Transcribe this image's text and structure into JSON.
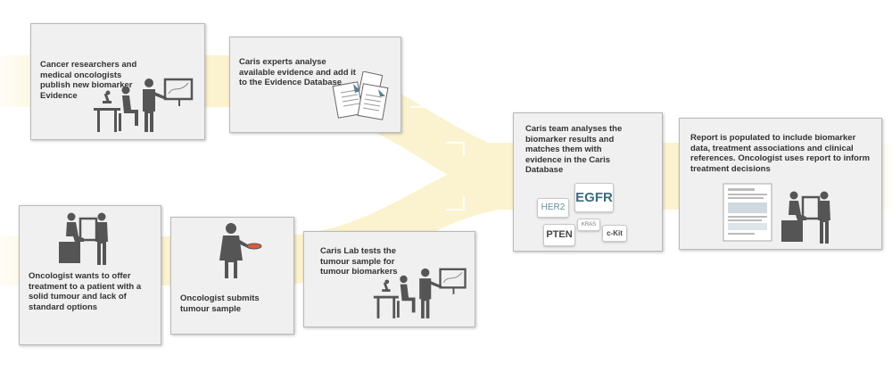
{
  "steps": {
    "researchers": "Cancer researchers and medical oncologists publish new biomarker Evidence",
    "experts": "Caris experts analyse available evidence and add it to the Evidence Database",
    "oncologist_offer": "Oncologist wants to offer treatment to a patient with a solid tumour and lack of standard options",
    "submits": "Oncologist submits tumour sample",
    "lab": "Caris Lab tests the tumour sample for tumour biomarkers",
    "team": "Caris team analyses the biomarker results and matches them with evidence in the Caris Database",
    "report": "Report is populated to include biomarker data, treatment associations and clinical references. Oncologist uses report to inform treatment decisions"
  },
  "biomarkers": {
    "her2": "HER2",
    "egfr": "EGFR",
    "kras": "KRAS",
    "pten": "PTEN",
    "ckit": "c-Kit"
  },
  "colors": {
    "flow_band": "#fbf3cf",
    "card_bg": "#f0f0f0",
    "icon": "#555555"
  }
}
